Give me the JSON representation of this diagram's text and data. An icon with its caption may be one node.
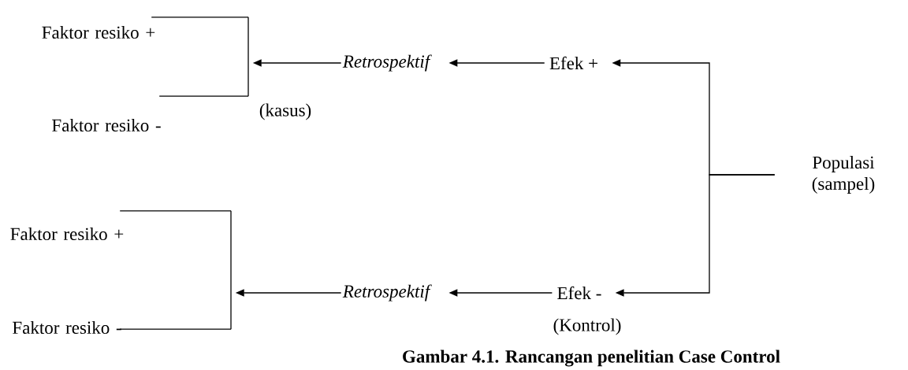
{
  "diagram": {
    "caption": "Gambar 4.1. Rancangan penelitian Case Control",
    "nodes": [
      {
        "text": [
          "Faktor resiko +"
        ]
      },
      {
        "text": [
          "Faktor resiko -"
        ]
      },
      {
        "text": [],
        "shape": "bar"
      },
      {
        "text": [
          "Retrospektif"
        ]
      },
      {
        "text": [
          "Efek +"
        ]
      },
      {
        "text": [
          "Populasi (sampel)"
        ]
      },
      {
        "text": [
          "Faktor resiko +"
        ]
      },
      {
        "text": [
          "Faktor resiko -"
        ]
      },
      {
        "text": [],
        "shape": "bar"
      },
      {
        "text": [
          "Retrospektif"
        ]
      },
      {
        "text": [
          "Efek -"
        ]
      }
    ],
    "edges": [
      {
        "from": 0,
        "to": 2,
        "arrow": "none"
      },
      {
        "from": 1,
        "to": 2,
        "arrow": "none"
      },
      {
        "from": 3,
        "to": 2,
        "arrow": "to"
      },
      {
        "from": 4,
        "to": 3,
        "arrow": "to"
      },
      {
        "from": 5,
        "to": 4,
        "arrow": "to"
      },
      {
        "from": 5,
        "to": 10,
        "arrow": "to"
      },
      {
        "from": 6,
        "to": 8,
        "arrow": "none"
      },
      {
        "from": 7,
        "to": 8,
        "arrow": "none"
      },
      {
        "from": 9,
        "to": 8,
        "arrow": "to"
      },
      {
        "from": 10,
        "to": 9,
        "arrow": "to"
      }
    ],
    "labels": [
      "(kasus)",
      "(Kontrol)"
    ]
  }
}
